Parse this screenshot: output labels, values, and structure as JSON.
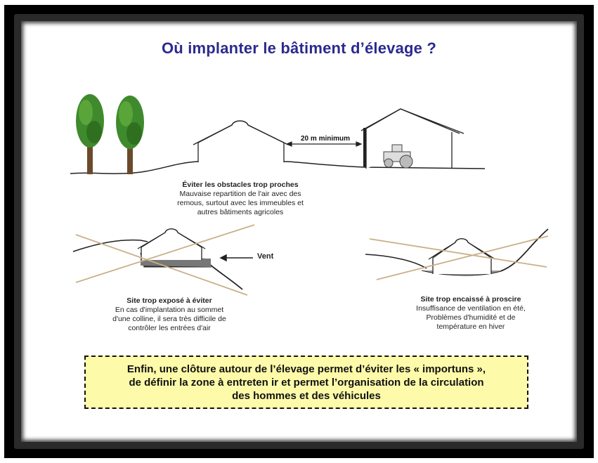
{
  "title": "Où implanter le bâtiment d’élevage ?",
  "distance_label": "20 m minimum",
  "wind_label": "Vent",
  "captions": {
    "obstacles": {
      "heading": "Éviter les obstacles trop proches",
      "lines": [
        "Mauvaise repartition de l'air avec des",
        "remous, surtout avec les immeubles et",
        "autres bâtiments agricoles"
      ]
    },
    "exposed": {
      "heading": "Site trop exposé à éviter",
      "lines": [
        "En cas d'implantation au sommet",
        "d'une colline, il sera très difficile de",
        "contrôler les entrées d'air"
      ]
    },
    "enclosed": {
      "heading": "Site trop encaissé à proscire",
      "lines": [
        "Insuffisance de ventilation en été,",
        "Problèmes d'humidité et de",
        "température en hiver"
      ]
    }
  },
  "note": {
    "lines": [
      "Enfin, une clôture autour de l’élevage permet d’éviter les « importuns »,",
      "de définir la zone à entreten ir et permet l’organisation de la circulation",
      "des hommes et des véhicules"
    ]
  },
  "colors": {
    "title": "#2b2a8f",
    "note_background": "#fdfba9",
    "tree_green": "#3f8a2c",
    "tree_trunk": "#6b4a2a",
    "airflow_line": "#c9b088"
  }
}
